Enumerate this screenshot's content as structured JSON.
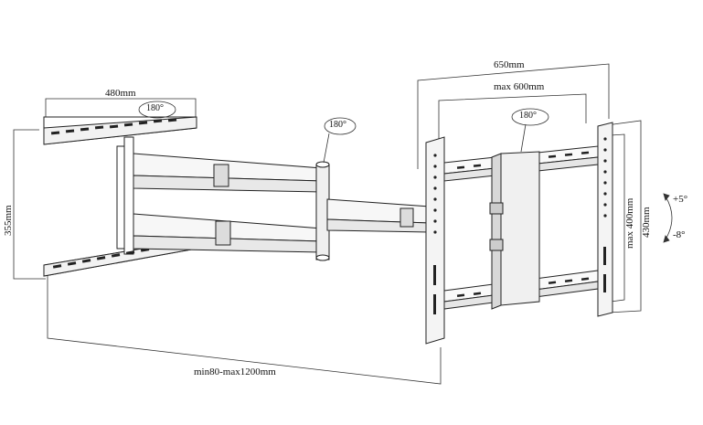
{
  "dimensions": {
    "wall_width": "480mm",
    "wall_height": "355mm",
    "vesa_max_outer": "650mm",
    "vesa_max_inner": "max 600mm",
    "vesa_height_inner": "max 400mm",
    "vesa_height_outer": "430mm",
    "extension": "min80-max1200mm"
  },
  "rotation": {
    "wall_swivel": "180°",
    "arm_swivel": "180°",
    "tv_swivel": "180°"
  },
  "tilt": {
    "up": "+5°",
    "down": "-8°"
  }
}
